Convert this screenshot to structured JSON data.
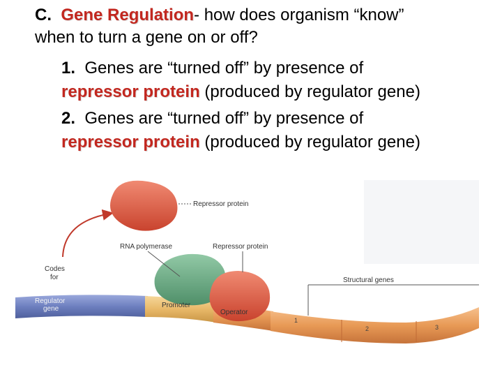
{
  "heading": {
    "prefix": "C.",
    "term": "Gene Regulation",
    "rest": "- how does organism “know”",
    "line2": "when to turn a gene on or off?"
  },
  "points": [
    {
      "number": "1.",
      "text": "Genes are “turned off” by presence of",
      "term": "repressor protein",
      "tail": "(produced by regulator gene)"
    },
    {
      "number": "2.",
      "text": "Genes are “turned off” by presence of",
      "term": "repressor protein",
      "tail": "(produced by regulator gene)"
    }
  ],
  "figure": {
    "labels": {
      "repressor_top": "Repressor protein",
      "rna_polymerase": "RNA polymerase",
      "repressor_mid": "Repressor protein",
      "codes_for_1": "Codes",
      "codes_for_2": "for",
      "structural_genes": "Structural genes",
      "regulator_gene_1": "Regulator",
      "regulator_gene_2": "gene",
      "promoter": "Promoter",
      "operator": "Operator",
      "gene_1": "1",
      "gene_2": "2",
      "gene_3": "3"
    },
    "colors": {
      "title_red": "#c2271f",
      "repressor": "#e0604a",
      "rna_polymerase": "#6fae8a",
      "regulator_dna": "#6d7fbf",
      "promoter_dna": "#e8b868",
      "structural_dna": "#e89a56",
      "arrow": "#c0392b"
    }
  }
}
